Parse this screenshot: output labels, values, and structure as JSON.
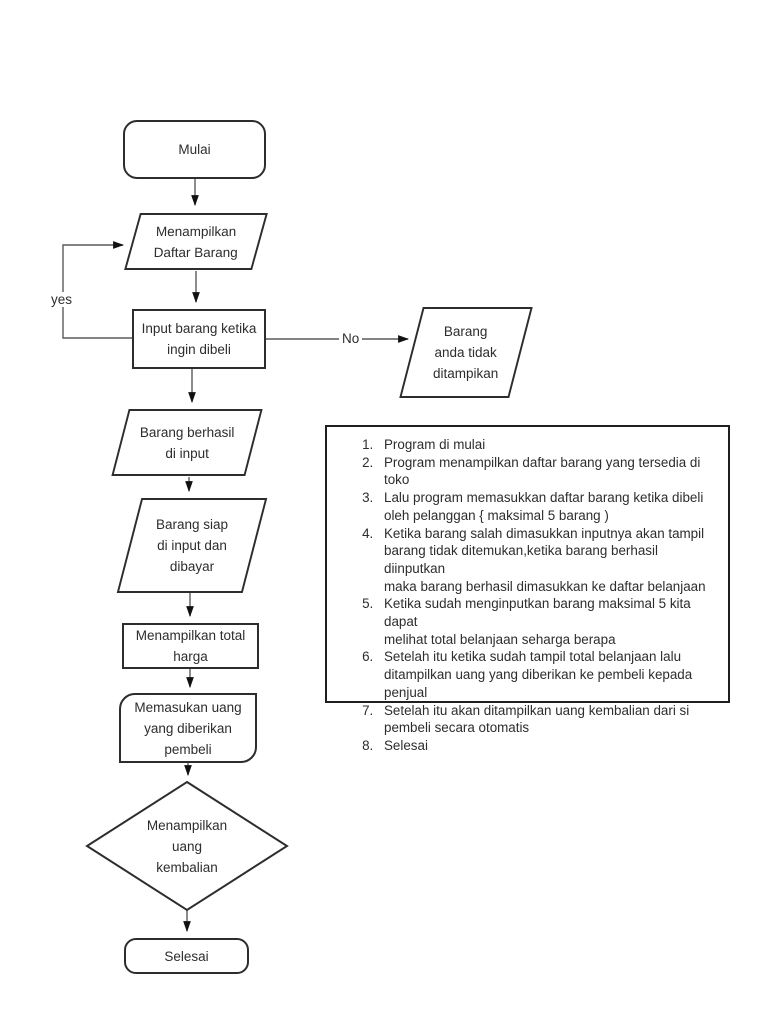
{
  "page": {
    "background_color": "#ffffff",
    "kind": "flowchart-document"
  },
  "colors": {
    "shape_border": "#2d2d2d",
    "connector_line": "#5a5a5a",
    "arrowhead": "#111111",
    "text": "#2d2d2d"
  },
  "flowchart": {
    "nodes": {
      "start": {
        "label": "Mulai",
        "shape": "terminator"
      },
      "display_items": {
        "label": "Menampilkan\nDaftar Barang",
        "shape": "parallelogram"
      },
      "input_item": {
        "label": "Input barang ketika\ningin dibeli",
        "shape": "process"
      },
      "item_not_shown": {
        "label": "Barang\nanda tidak\nditampikan",
        "shape": "parallelogram"
      },
      "item_success": {
        "label": "Barang berhasil\ndi input",
        "shape": "parallelogram"
      },
      "item_ready": {
        "label": "Barang siap\ndi input dan\ndibayar",
        "shape": "parallelogram"
      },
      "show_total": {
        "label": "Menampilkan total\nharga",
        "shape": "process"
      },
      "insert_money": {
        "label": "Memasukan uang\nyang diberikan\npembeli",
        "shape": "card"
      },
      "show_change": {
        "label": "Menampilkan\nuang\nkembalian",
        "shape": "decision"
      },
      "end": {
        "label": "Selesai",
        "shape": "terminator"
      }
    },
    "edge_labels": {
      "yes": "yes",
      "no": "No"
    }
  },
  "notes": {
    "items": [
      "Program di mulai",
      "Program menampilkan daftar barang yang tersedia di toko",
      "Lalu program memasukkan daftar barang ketika dibeli\noleh pelanggan { maksimal 5 barang )",
      "Ketika barang salah dimasukkan inputnya akan tampil\nbarang tidak ditemukan,ketika barang berhasil diinputkan\nmaka barang berhasil dimasukkan ke daftar belanjaan",
      "Ketika sudah menginputkan barang maksimal 5 kita dapat\nmelihat total belanjaan seharga berapa",
      "Setelah itu ketika sudah tampil total belanjaan lalu\nditampilkan uang yang diberikan ke pembeli kepada\npenjual",
      "Setelah itu akan ditampilkan uang kembalian dari si\npembeli secara otomatis",
      "Selesai"
    ]
  }
}
